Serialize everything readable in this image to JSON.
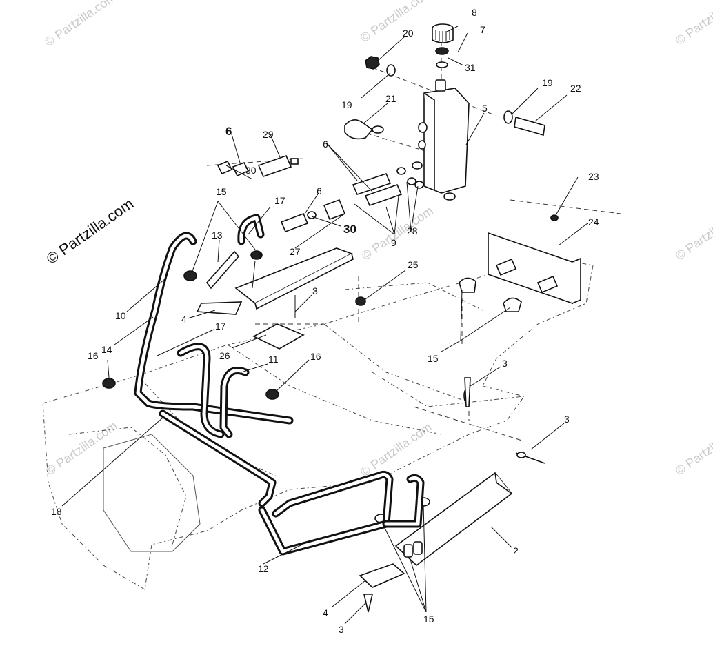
{
  "watermark": {
    "main": "© Partzilla.com",
    "faint": "© Partzilla.com"
  },
  "callouts": {
    "c1": "1",
    "c2": "2",
    "c3a": "3",
    "c3b": "3",
    "c3c": "3",
    "c3d": "3",
    "c4a": "4",
    "c4b": "4",
    "c5": "5",
    "c6a": "6",
    "c6b": "6",
    "c6c": "6",
    "c7": "7",
    "c8": "8",
    "c9": "9",
    "c10": "10",
    "c11": "11",
    "c12": "12",
    "c13": "13",
    "c14": "14",
    "c15a": "15",
    "c15b": "15",
    "c15c": "15",
    "c16a": "16",
    "c16b": "16",
    "c17a": "17",
    "c17b": "17",
    "c18": "18",
    "c19a": "19",
    "c19b": "19",
    "c20": "20",
    "c21": "21",
    "c22": "22",
    "c23": "23",
    "c24": "24",
    "c25": "25",
    "c26": "26",
    "c27": "27",
    "c28": "28",
    "c29": "29",
    "c30a": "30",
    "c30b": "30",
    "c31": "31"
  }
}
